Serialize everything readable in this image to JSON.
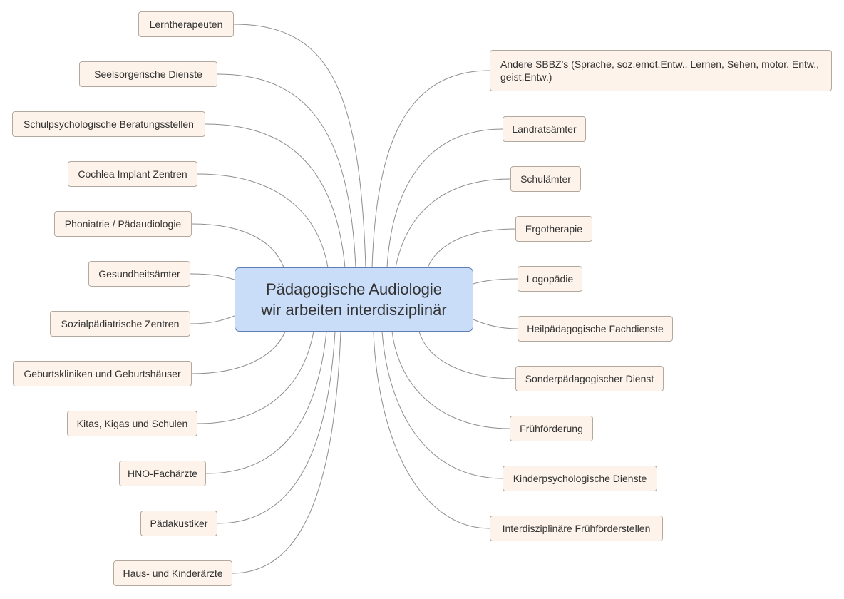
{
  "center": {
    "line1": "Pädagogische Audiologie",
    "line2": "wir arbeiten interdisziplinär"
  },
  "left_nodes": [
    "Lerntherapeuten",
    "Seelsorgerische Dienste",
    "Schulpsychologische Beratungsstellen",
    "Cochlea Implant Zentren",
    "Phoniatrie / Pädaudiologie",
    "Gesundheitsämter",
    "Sozialpädiatrische Zentren",
    "Geburtskliniken und Geburtshäuser",
    "Kitas, Kigas und Schulen",
    "HNO-Fachärzte",
    "Pädakustiker",
    "Haus- und Kinderärzte"
  ],
  "right_nodes": [
    "Andere SBBZ's (Sprache, soz.emot.Entw., Lernen, Sehen, motor. Entw., geist.Entw.)",
    "Landratsämter",
    "Schulämter",
    "Ergotherapie",
    "Logopädie",
    "Heilpädagogische Fachdienste",
    "Sonderpädagogischer Dienst",
    "Frühförderung",
    "Kinderpsychologische Dienste",
    "Interdisziplinäre Frühförderstellen"
  ],
  "colors": {
    "center_fill": "#c9dcf8",
    "center_border": "#5d7db3",
    "node_fill": "#fdf3ea",
    "node_border": "#b2a89e",
    "connector": "#8e8e8e"
  }
}
